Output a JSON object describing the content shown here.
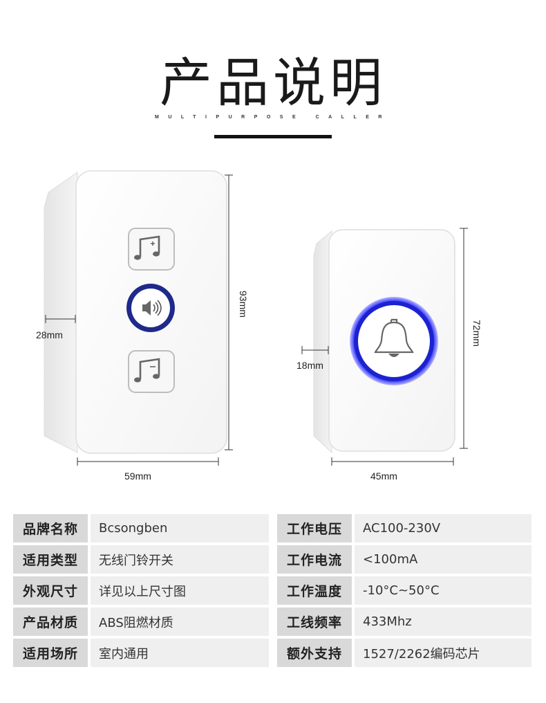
{
  "header": {
    "title": "产品说明",
    "subtitle": "MULTIPURPOSE CALLER"
  },
  "receiver": {
    "dims": {
      "height": "93mm",
      "width": "59mm",
      "depth": "28mm"
    },
    "icons": [
      "music-note-plus-icon",
      "speaker-volume-icon",
      "music-note-minus-icon"
    ],
    "ring_color": "#1f2a8a"
  },
  "transmitter": {
    "dims": {
      "height": "72mm",
      "width": "45mm",
      "depth": "18mm"
    },
    "icons": [
      "bell-icon"
    ],
    "ring_color": "#2b2fd6"
  },
  "specs_left": [
    {
      "key": "品牌名称",
      "value": "Bcsongben"
    },
    {
      "key": "适用类型",
      "value": "无线门铃开关"
    },
    {
      "key": "外观尺寸",
      "value": "详见以上尺寸图"
    },
    {
      "key": "产品材质",
      "value": "ABS阻燃材质"
    },
    {
      "key": "适用场所",
      "value": "室内通用"
    }
  ],
  "specs_right": [
    {
      "key": "工作电压",
      "value": "AC100-230V"
    },
    {
      "key": "工作电流",
      "value": "<100mA"
    },
    {
      "key": "工作温度",
      "value": "-10°C~50°C"
    },
    {
      "key": "工线频率",
      "value": "433Mhz"
    },
    {
      "key": "额外支持",
      "value": "1527/2262编码芯片"
    }
  ]
}
